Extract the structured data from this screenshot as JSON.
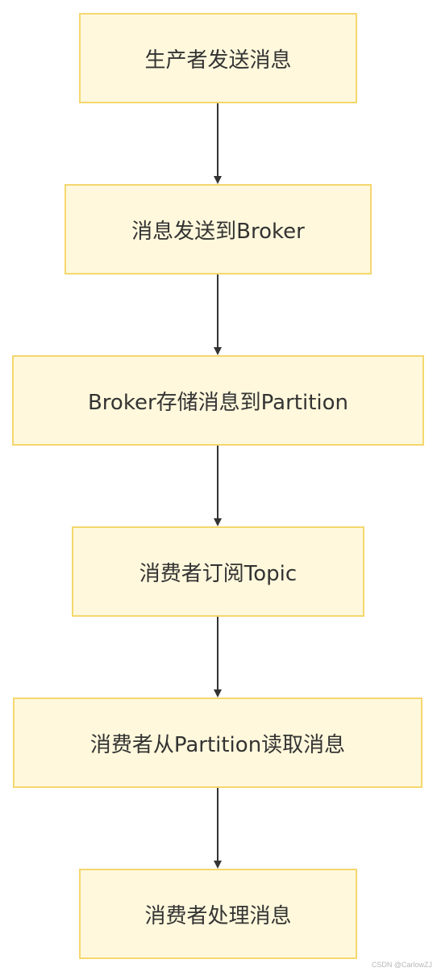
{
  "nodes": [
    {
      "id": "n1",
      "label": "生产者发送消息"
    },
    {
      "id": "n2",
      "label": "消息发送到Broker"
    },
    {
      "id": "n3",
      "label": "Broker存储消息到Partition"
    },
    {
      "id": "n4",
      "label": "消费者订阅Topic"
    },
    {
      "id": "n5",
      "label": "消费者从Partition读取消息"
    },
    {
      "id": "n6",
      "label": "消费者处理消息"
    }
  ],
  "edges": [
    {
      "from": "n1",
      "to": "n2"
    },
    {
      "from": "n2",
      "to": "n3"
    },
    {
      "from": "n3",
      "to": "n4"
    },
    {
      "from": "n4",
      "to": "n5"
    },
    {
      "from": "n5",
      "to": "n6"
    }
  ],
  "colors": {
    "node_fill": "#fff8dc",
    "node_border": "#f5d76e",
    "edge": "#333333",
    "text": "#333333"
  },
  "watermark": "CSDN @CarlowZJ"
}
